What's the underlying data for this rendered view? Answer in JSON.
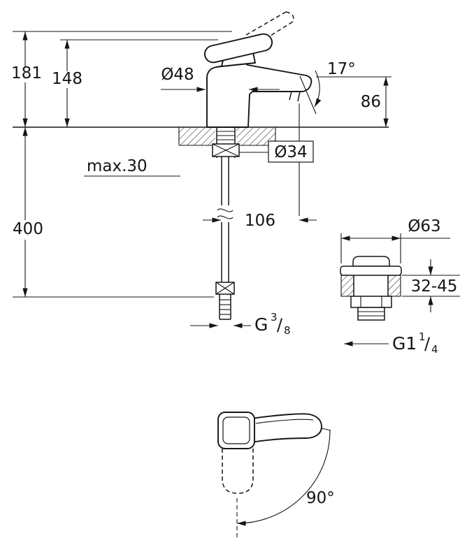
{
  "labels": {
    "height_total": "181",
    "height_body": "148",
    "base_diameter": "Ø48",
    "spout_angle": "17°",
    "spout_height": "86",
    "hole_diameter": "Ø34",
    "deck_thickness": "max.30",
    "hose_length": "400",
    "spout_projection": "106",
    "waste_diameter": "Ø63",
    "waste_deck_range": "32-45",
    "supply_thread": {
      "g": "G",
      "num": "3",
      "slash": "/",
      "den": "8"
    },
    "waste_thread": {
      "g": "G1",
      "num": "1",
      "slash": "/",
      "den": "4"
    },
    "handle_swing": "90°"
  }
}
